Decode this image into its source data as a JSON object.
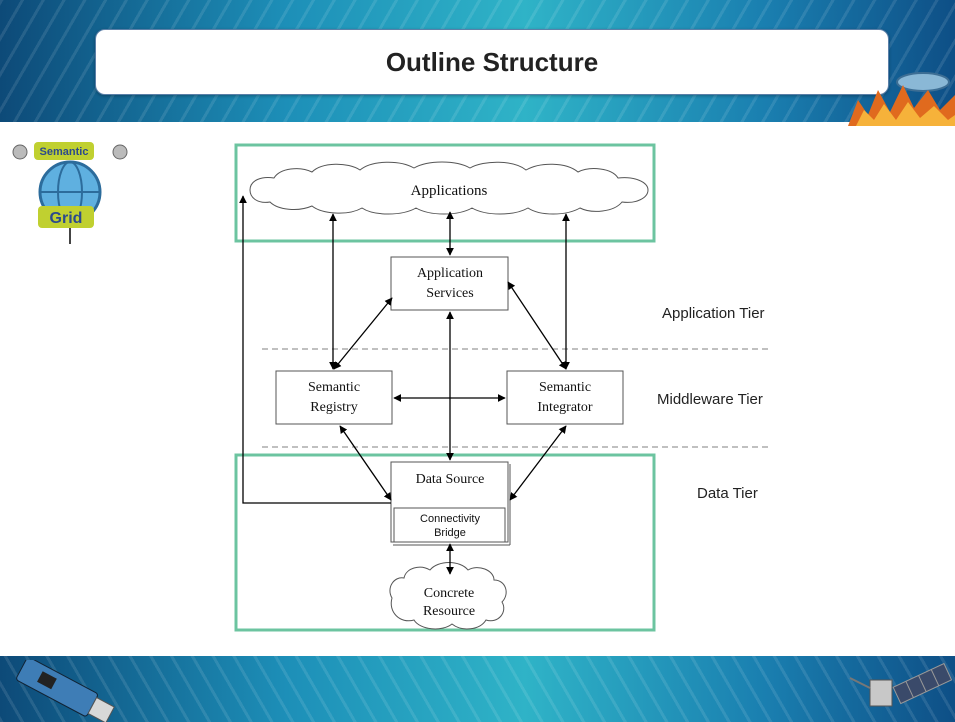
{
  "slide": {
    "title": "Outline Structure"
  },
  "diagram": {
    "nodes": {
      "applications": "Applications",
      "app_services_line1": "Application",
      "app_services_line2": "Services",
      "semantic_registry_line1": "Semantic",
      "semantic_registry_line2": "Registry",
      "semantic_integrator_line1": "Semantic",
      "semantic_integrator_line2": "Integrator",
      "data_source": "Data Source",
      "connectivity_line1": "Connectivity",
      "connectivity_line2": "Bridge",
      "concrete_line1": "Concrete",
      "concrete_line2": "Resource"
    },
    "tiers": {
      "application": "Application Tier",
      "middleware": "Middleware Tier",
      "data": "Data Tier"
    },
    "colors": {
      "highlight_box": "#6cc4a0",
      "line": "#000000",
      "dashed": "#9a9a9a"
    }
  },
  "logo": {
    "line1": "Semantic",
    "line2": "Grid"
  }
}
